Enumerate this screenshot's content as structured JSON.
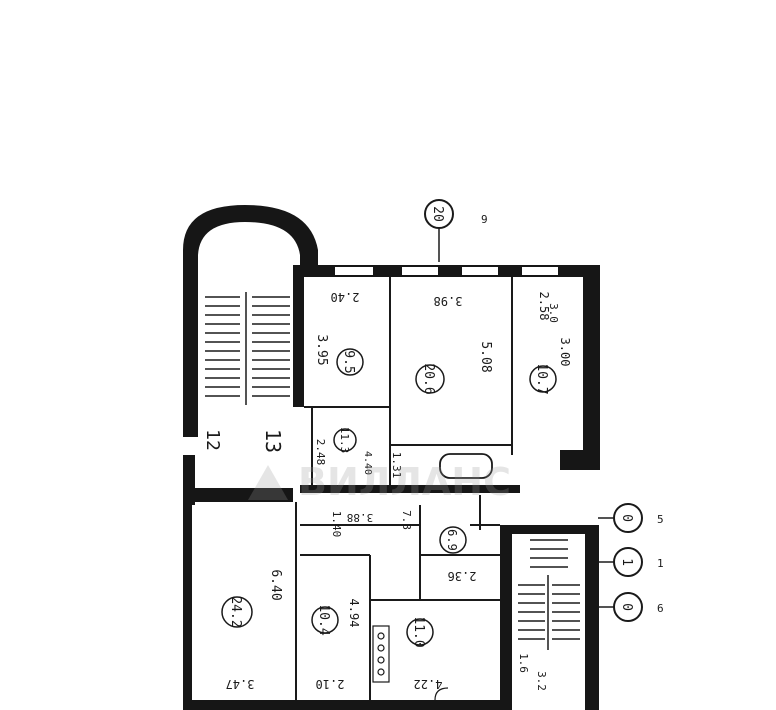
{
  "plan": {
    "watermark": "ВИЛЛАНС",
    "axis_markers": [
      {
        "id": "9",
        "circle": "20",
        "side": "9"
      },
      {
        "id": "5",
        "circle": "0",
        "side": "5"
      },
      {
        "id": "1",
        "circle": "1",
        "side": "1"
      },
      {
        "id": "6",
        "circle": "0",
        "side": "6"
      }
    ],
    "rooms": [
      {
        "id": "r1",
        "area": "9.5",
        "dims": [
          "3.95",
          "2.40"
        ]
      },
      {
        "id": "r2",
        "area": "20.6",
        "dims": [
          "5.08",
          "3.98"
        ]
      },
      {
        "id": "r3",
        "area": "10.7",
        "dims": [
          "3.00",
          "2.58"
        ]
      },
      {
        "id": "r4",
        "area": "24.2",
        "dims": [
          "6.40",
          "3.47"
        ]
      },
      {
        "id": "r5",
        "area": "10.4",
        "dims": [
          "4.94",
          "2.10"
        ]
      },
      {
        "id": "r6",
        "area": "11.0",
        "dims": [
          "4.22",
          "2.36"
        ]
      },
      {
        "id": "r7",
        "area": "11.3",
        "dims": [
          "2.48",
          "4.40"
        ]
      },
      {
        "id": "r8",
        "area": "6.9",
        "dims": [
          "1.40",
          "3.88"
        ]
      }
    ],
    "stair_numbers": [
      "12",
      "13"
    ],
    "misc": [
      "1.31",
      "3.0",
      "1.6",
      "3.2",
      "7.8"
    ]
  }
}
